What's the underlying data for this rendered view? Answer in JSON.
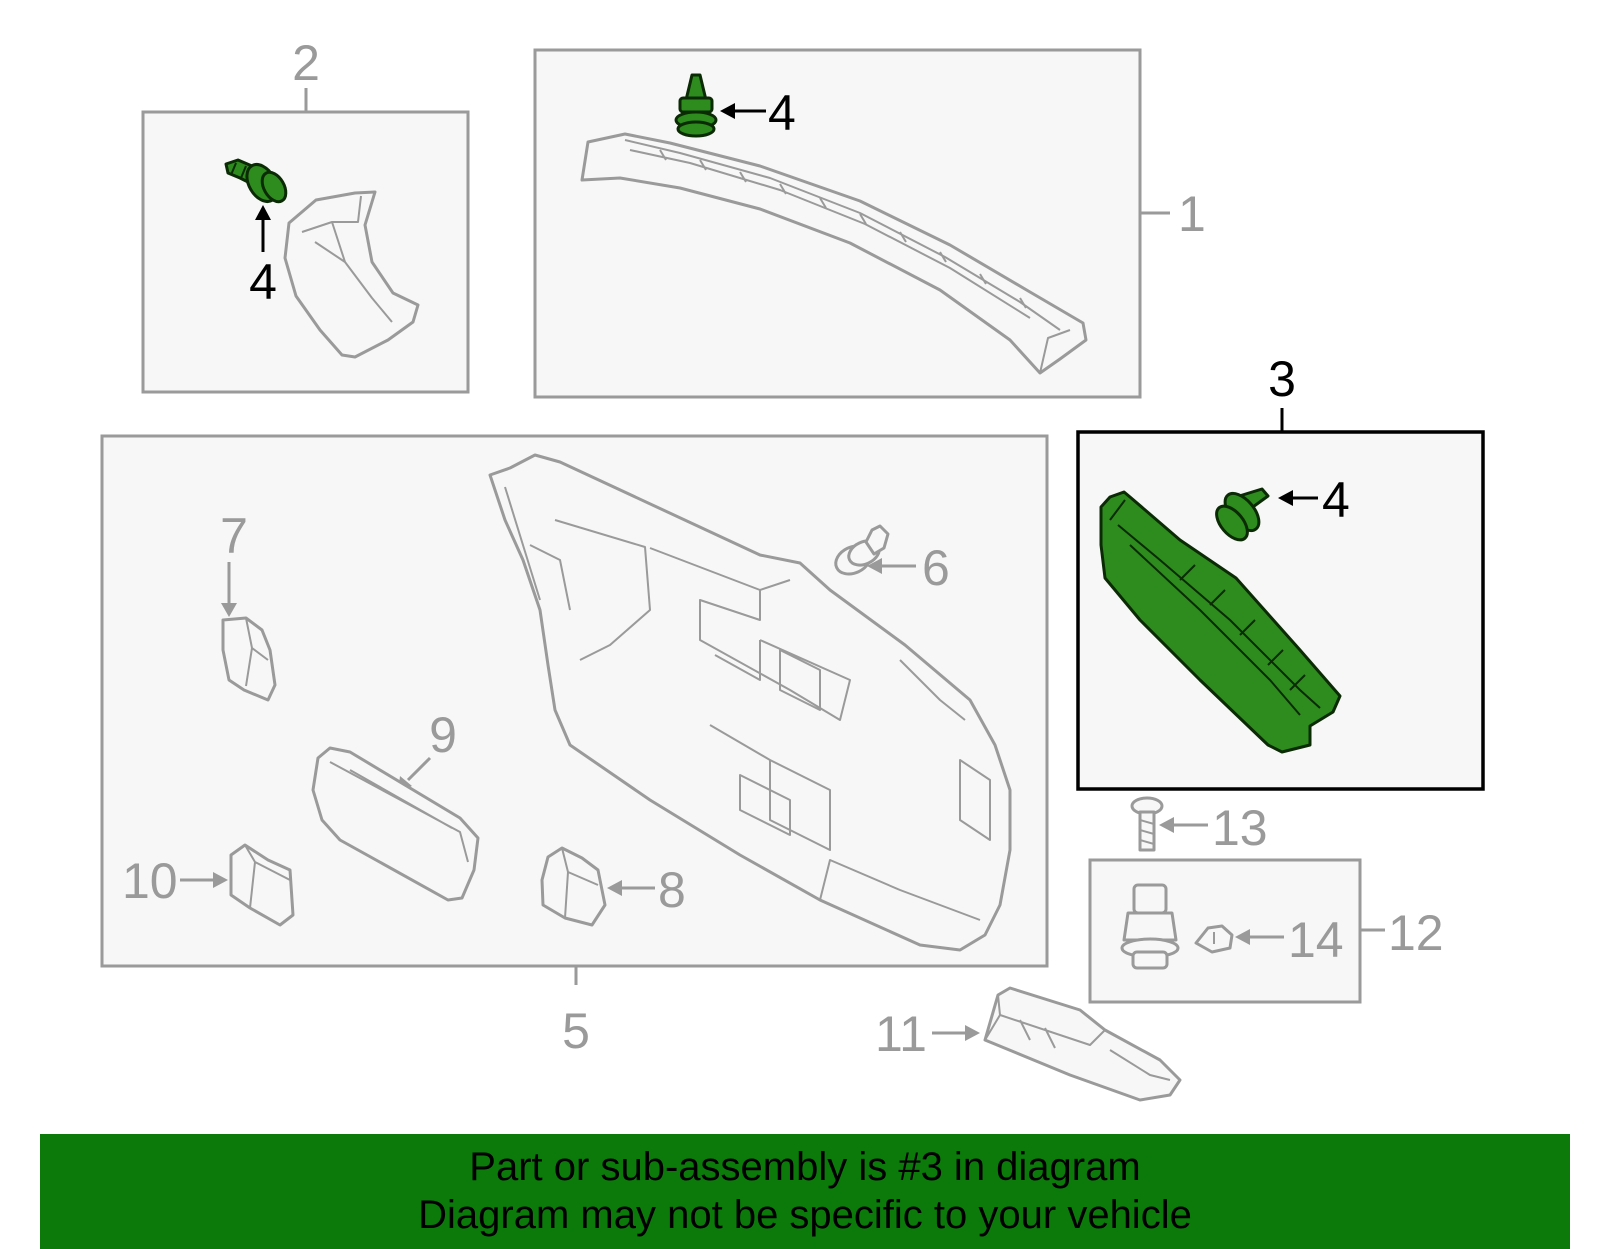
{
  "callouts": {
    "c1": "1",
    "c2": "2",
    "c3": "3",
    "c4_panel1": "4",
    "c4_panel2": "4",
    "c4_panel3": "4",
    "c5": "5",
    "c6": "6",
    "c7": "7",
    "c8": "8",
    "c9": "9",
    "c10": "10",
    "c11": "11",
    "c12": "12",
    "c13": "13",
    "c14": "14"
  },
  "highlighted_part": "3",
  "colors": {
    "highlight_fill": "#2e8b1e",
    "banner_background": "#0b7a0b",
    "outline_gray": "#9a9a9a"
  },
  "banner": {
    "line1": "Part or sub-assembly is #3 in diagram",
    "line2": "Diagram may not be specific to your vehicle"
  }
}
